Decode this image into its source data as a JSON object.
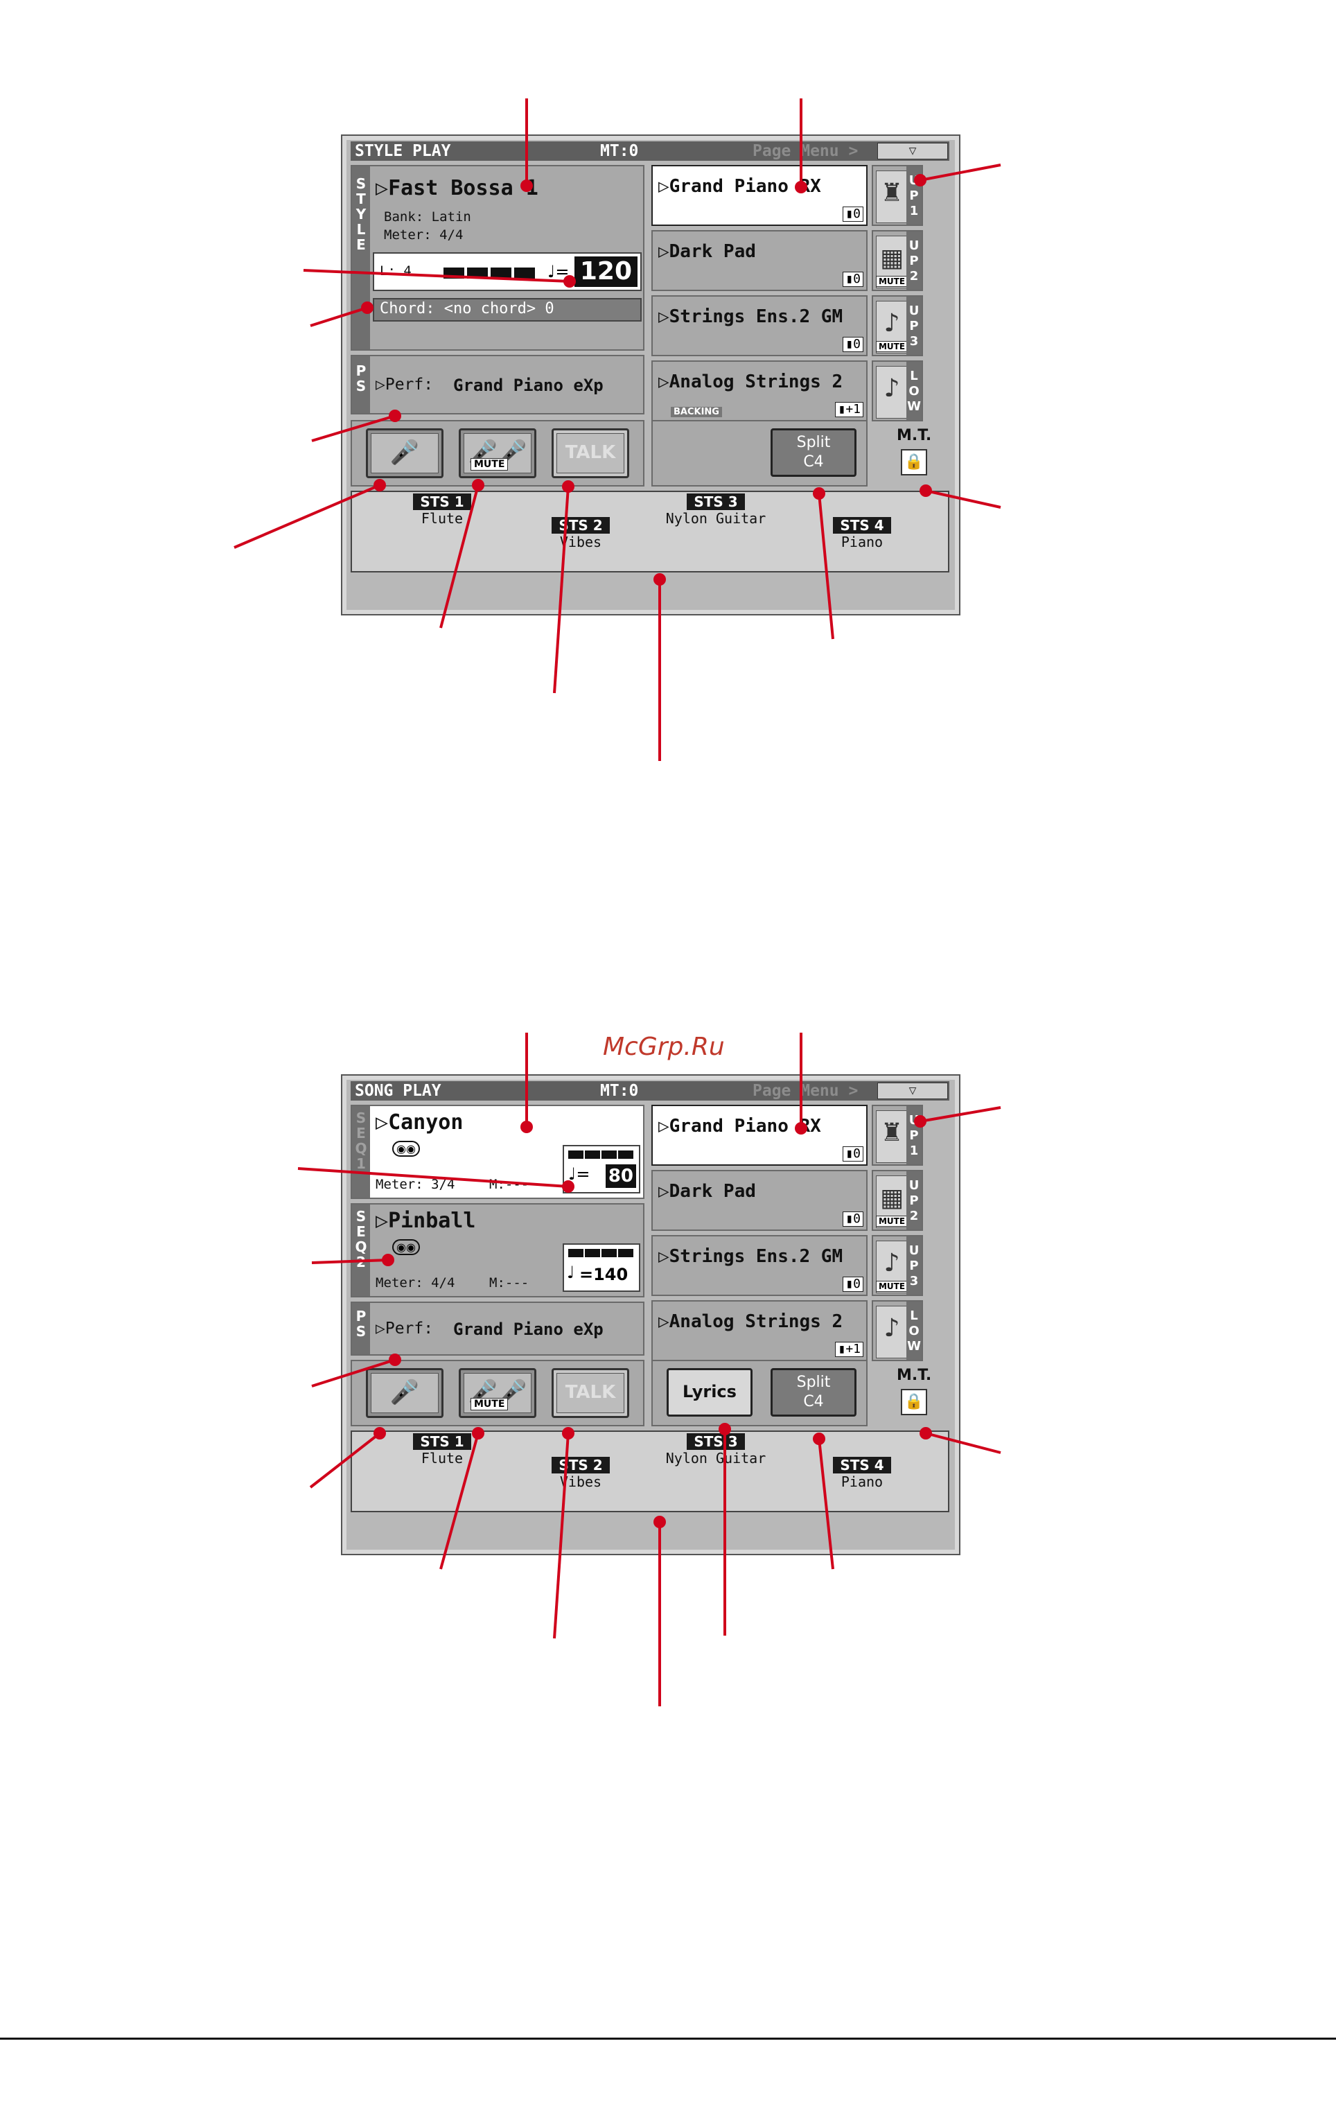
{
  "watermark": "McGrp.Ru",
  "style_screen": {
    "title": "STYLE PLAY",
    "mt": "MT:0",
    "page_menu": "Page Menu >",
    "side_tab_style": [
      "S",
      "T",
      "Y",
      "L",
      "E"
    ],
    "style_name": "Fast Bossa 1",
    "bank": "Bank:  Latin",
    "meter": "Meter:  4/4",
    "length": "L: 4",
    "tempo": "120",
    "chord": "Chord: <no chord> 0",
    "ps_tab": [
      "P",
      "S"
    ],
    "perf_label": "Perf:",
    "perf_name": "Grand Piano eXp",
    "tracks": [
      {
        "name": "Grand Piano RX",
        "oct": "0",
        "tab": [
          "U",
          "P",
          "1"
        ],
        "mute": ""
      },
      {
        "name": "Dark Pad",
        "oct": "0",
        "tab": [
          "U",
          "P",
          "2"
        ],
        "mute": "MUTE"
      },
      {
        "name": "Strings Ens.2 GM",
        "oct": "0",
        "tab": [
          "U",
          "P",
          "3"
        ],
        "mute": "MUTE"
      },
      {
        "name": "Analog Strings 2",
        "oct": "+1",
        "tab": [
          "L",
          "O",
          "W"
        ],
        "mute": "",
        "sub": "BACKING"
      }
    ],
    "mute_label": "MUTE",
    "talk_label": "TALK",
    "split": [
      "Split",
      "C4"
    ],
    "mt_label": "M.T.",
    "sts": [
      {
        "tag": "STS 1",
        "name": "Flute"
      },
      {
        "tag": "STS 2",
        "name": "Vibes"
      },
      {
        "tag": "STS 3",
        "name": "Nylon Guitar"
      },
      {
        "tag": "STS 4",
        "name": "Piano"
      }
    ]
  },
  "song_screen": {
    "title": "SONG PLAY",
    "mt": "MT:0",
    "page_menu": "Page Menu >",
    "seq1_tab": [
      "S",
      "E",
      "Q",
      "1"
    ],
    "seq1_name": "Canyon",
    "seq1_meter": "Meter: 3/4",
    "seq1_measure": "M:---",
    "seq1_tempo": "80",
    "seq2_tab": [
      "S",
      "E",
      "Q",
      "2"
    ],
    "seq2_name": "Pinball",
    "seq2_meter": "Meter: 4/4",
    "seq2_measure": "M:---",
    "seq2_tempo": "=140",
    "ps_tab": [
      "P",
      "S"
    ],
    "perf_label": "Perf:",
    "perf_name": "Grand Piano eXp",
    "tracks": [
      {
        "name": "Grand Piano RX",
        "oct": "0",
        "tab": [
          "U",
          "P",
          "1"
        ],
        "mute": ""
      },
      {
        "name": "Dark Pad",
        "oct": "0",
        "tab": [
          "U",
          "P",
          "2"
        ],
        "mute": "MUTE"
      },
      {
        "name": "Strings Ens.2 GM",
        "oct": "0",
        "tab": [
          "U",
          "P",
          "3"
        ],
        "mute": "MUTE"
      },
      {
        "name": "Analog Strings 2",
        "oct": "+1",
        "tab": [
          "L",
          "O",
          "W"
        ],
        "mute": ""
      }
    ],
    "mute_label": "MUTE",
    "talk_label": "TALK",
    "lyrics": "Lyrics",
    "split": [
      "Split",
      "C4"
    ],
    "mt_label": "M.T.",
    "sts": [
      {
        "tag": "STS 1",
        "name": "Flute"
      },
      {
        "tag": "STS 2",
        "name": "Vibes"
      },
      {
        "tag": "STS 3",
        "name": "Nylon Guitar"
      },
      {
        "tag": "STS 4",
        "name": "Piano"
      }
    ]
  },
  "colors": {
    "callout": "#d0021b",
    "panel": "#a9a9a9",
    "titlebar": "#5e5e5e"
  }
}
